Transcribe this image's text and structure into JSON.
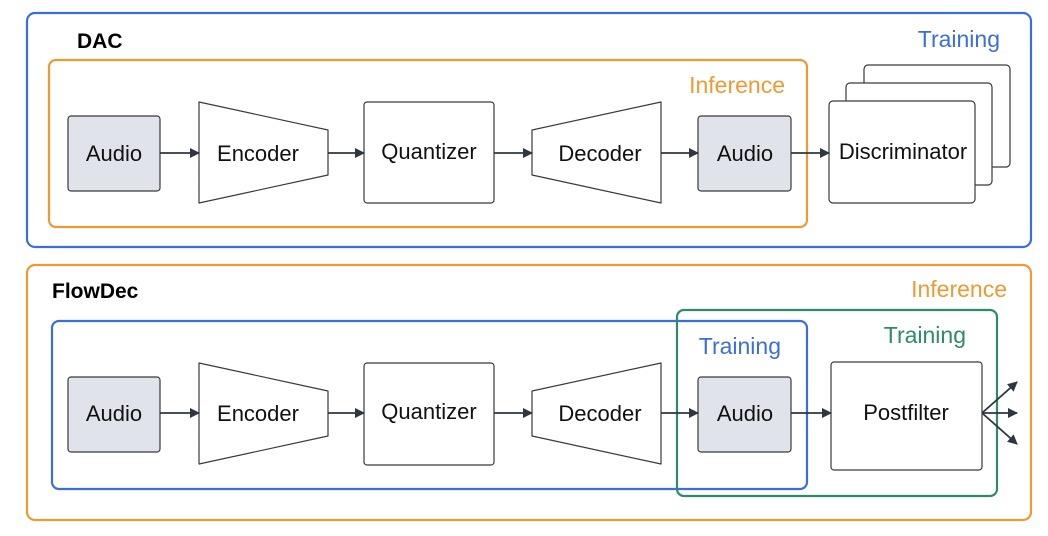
{
  "colors": {
    "training_blue": "#3b6fd6",
    "inference_orange": "#ee9a34",
    "training_green": "#2f8a6a",
    "audio_fill": "#e1e3ea",
    "box_fill": "#ffffff"
  },
  "dac": {
    "title": "DAC",
    "training_label": "Training",
    "inference_label": "Inference",
    "nodes": {
      "audio_in": "Audio",
      "encoder": "Encoder",
      "quantizer": "Quantizer",
      "decoder": "Decoder",
      "audio_out": "Audio",
      "discriminator": "Discriminator"
    }
  },
  "flowdec": {
    "title": "FlowDec",
    "inference_label": "Inference",
    "training_label_blue": "Training",
    "training_label_green": "Training",
    "nodes": {
      "audio_in": "Audio",
      "encoder": "Encoder",
      "quantizer": "Quantizer",
      "decoder": "Decoder",
      "audio_out": "Audio",
      "postfilter": "Postfilter"
    }
  }
}
